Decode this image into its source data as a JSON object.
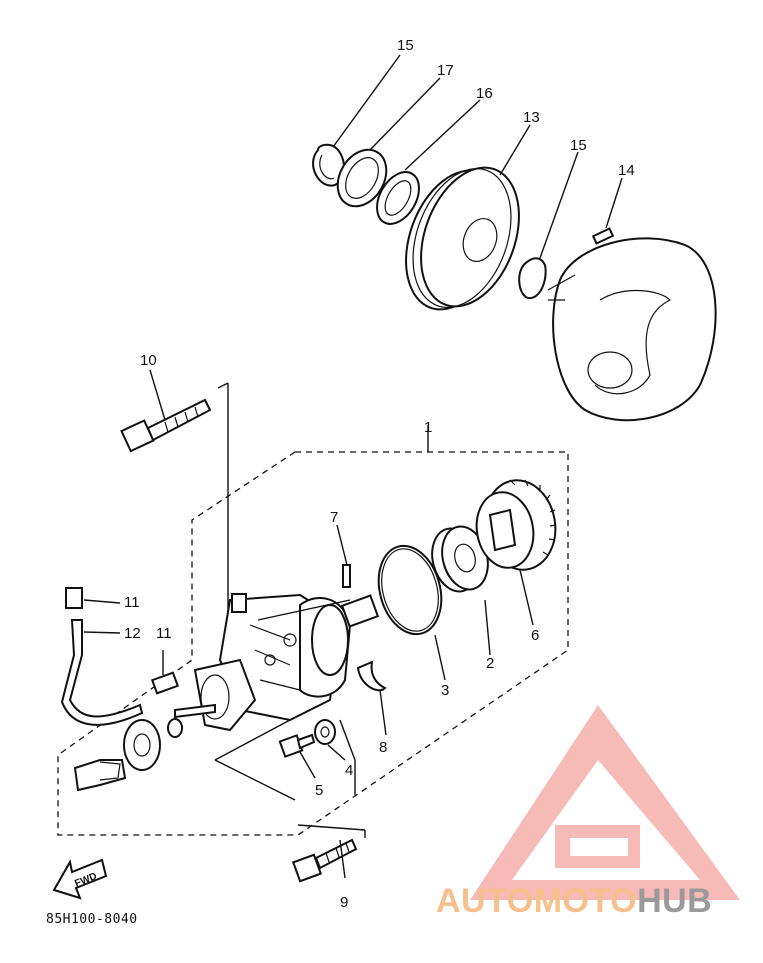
{
  "drawing_number": "85H100-8040",
  "fwd_label": "FWD",
  "callouts": [
    "1",
    "2",
    "3",
    "4",
    "5",
    "6",
    "7",
    "8",
    "9",
    "10",
    "11",
    "11",
    "12",
    "13",
    "14",
    "15",
    "15",
    "16",
    "17"
  ],
  "watermark": {
    "part1": "AUTOMOTO",
    "part2": "HUB",
    "color_accent": "#f28b82",
    "color_text_orange": "#f6c08c",
    "color_text_gray": "#9a9a9a"
  },
  "colors": {
    "line": "#111111",
    "background": "#ffffff"
  }
}
